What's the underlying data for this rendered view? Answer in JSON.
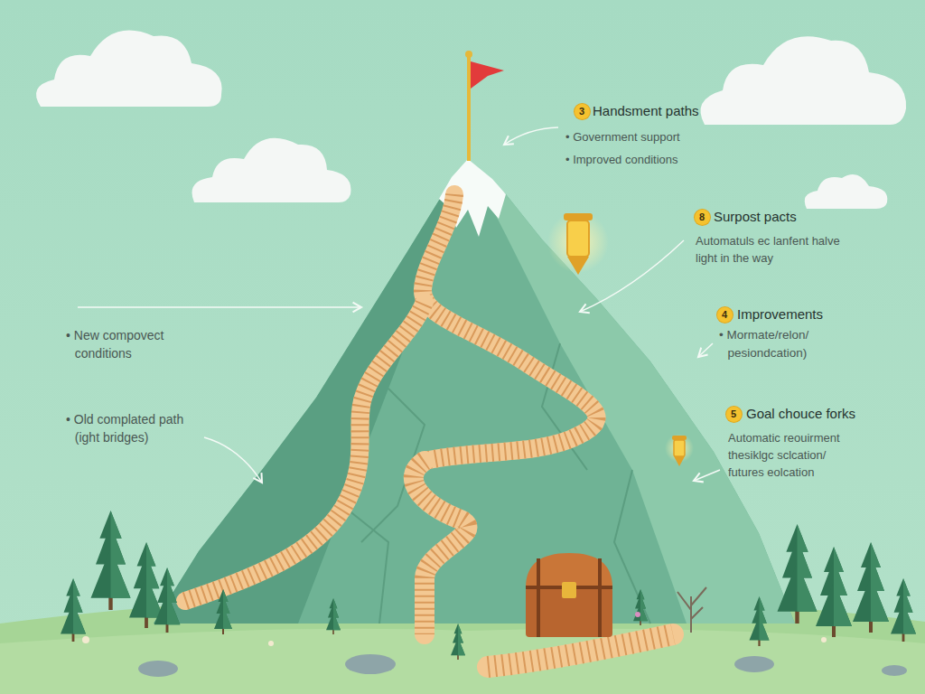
{
  "diagram": {
    "nodes": [
      {
        "text": [
          "3"
        ]
      },
      {
        "text": [
          "8"
        ]
      },
      {
        "text": [
          "4"
        ]
      },
      {
        "text": [
          "5"
        ]
      }
    ],
    "labels": [
      "Handsment paths",
      "• Government support",
      "• Improved conditions",
      "Surpost pacts",
      "Automatuls ec lanfent halve light in the way",
      "Improvements",
      "• Mormate/relon/ pesiondcation)",
      "Goal chouce forks",
      "Automatic reouirment thesiklgc sclcation/ futures eolcation",
      "• New compovect conditions",
      "• Old complated path (ight bridges)"
    ]
  }
}
